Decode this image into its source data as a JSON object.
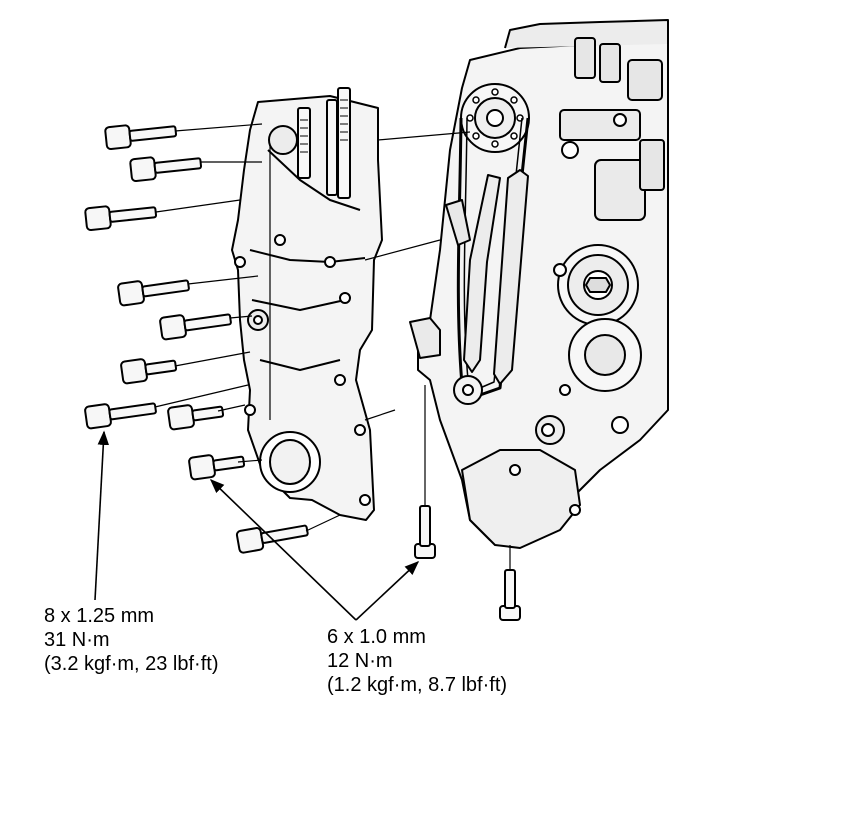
{
  "diagram": {
    "bolt_spec_large": {
      "size": "8 x 1.25 mm",
      "torque": "31 N·m",
      "torque_alt": "(3.2 kgf·m, 23 lbf·ft)"
    },
    "bolt_spec_small": {
      "size": "6 x 1.0 mm",
      "torque": "12 N·m",
      "torque_alt": "(1.2 kgf·m, 8.7 lbf·ft)"
    }
  },
  "colors": {
    "ink": "#000000",
    "background": "#ffffff",
    "fill": "#f4f4f4"
  }
}
